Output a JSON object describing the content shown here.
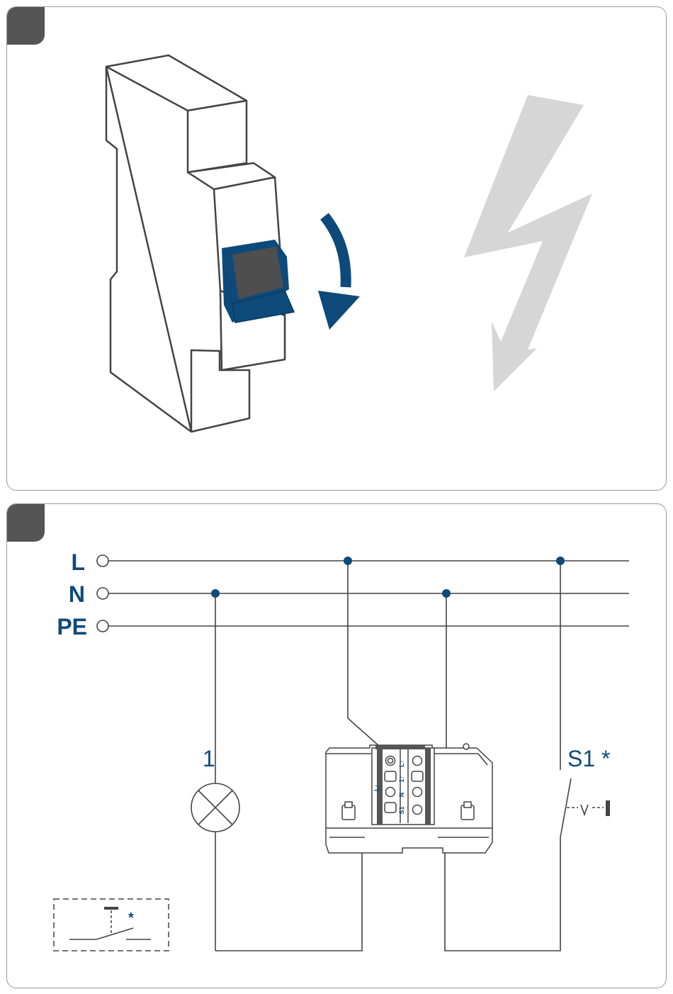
{
  "steps": [
    {
      "id": "step-1",
      "badge": "",
      "illustration": "circuit-breaker-switch-off",
      "icons": [
        "circuit-breaker-icon",
        "turn-down-arrow-icon",
        "lightning-bolt-icon"
      ]
    },
    {
      "id": "step-2",
      "badge": "",
      "illustration": "wiring-diagram",
      "mains": {
        "line_labels": [
          "L",
          "N",
          "PE"
        ]
      },
      "lamp_label": "1",
      "switch_label": "S1 *",
      "terminal_labels": [
        "L↑",
        "1↑",
        "N",
        "S1"
      ],
      "pushbutton_asterisk": "*"
    }
  ],
  "colors": {
    "accent_blue": "#0d4a7a",
    "line_gray": "#444444",
    "bolt_gray": "#d6d6d6",
    "badge_gray": "#555555"
  }
}
